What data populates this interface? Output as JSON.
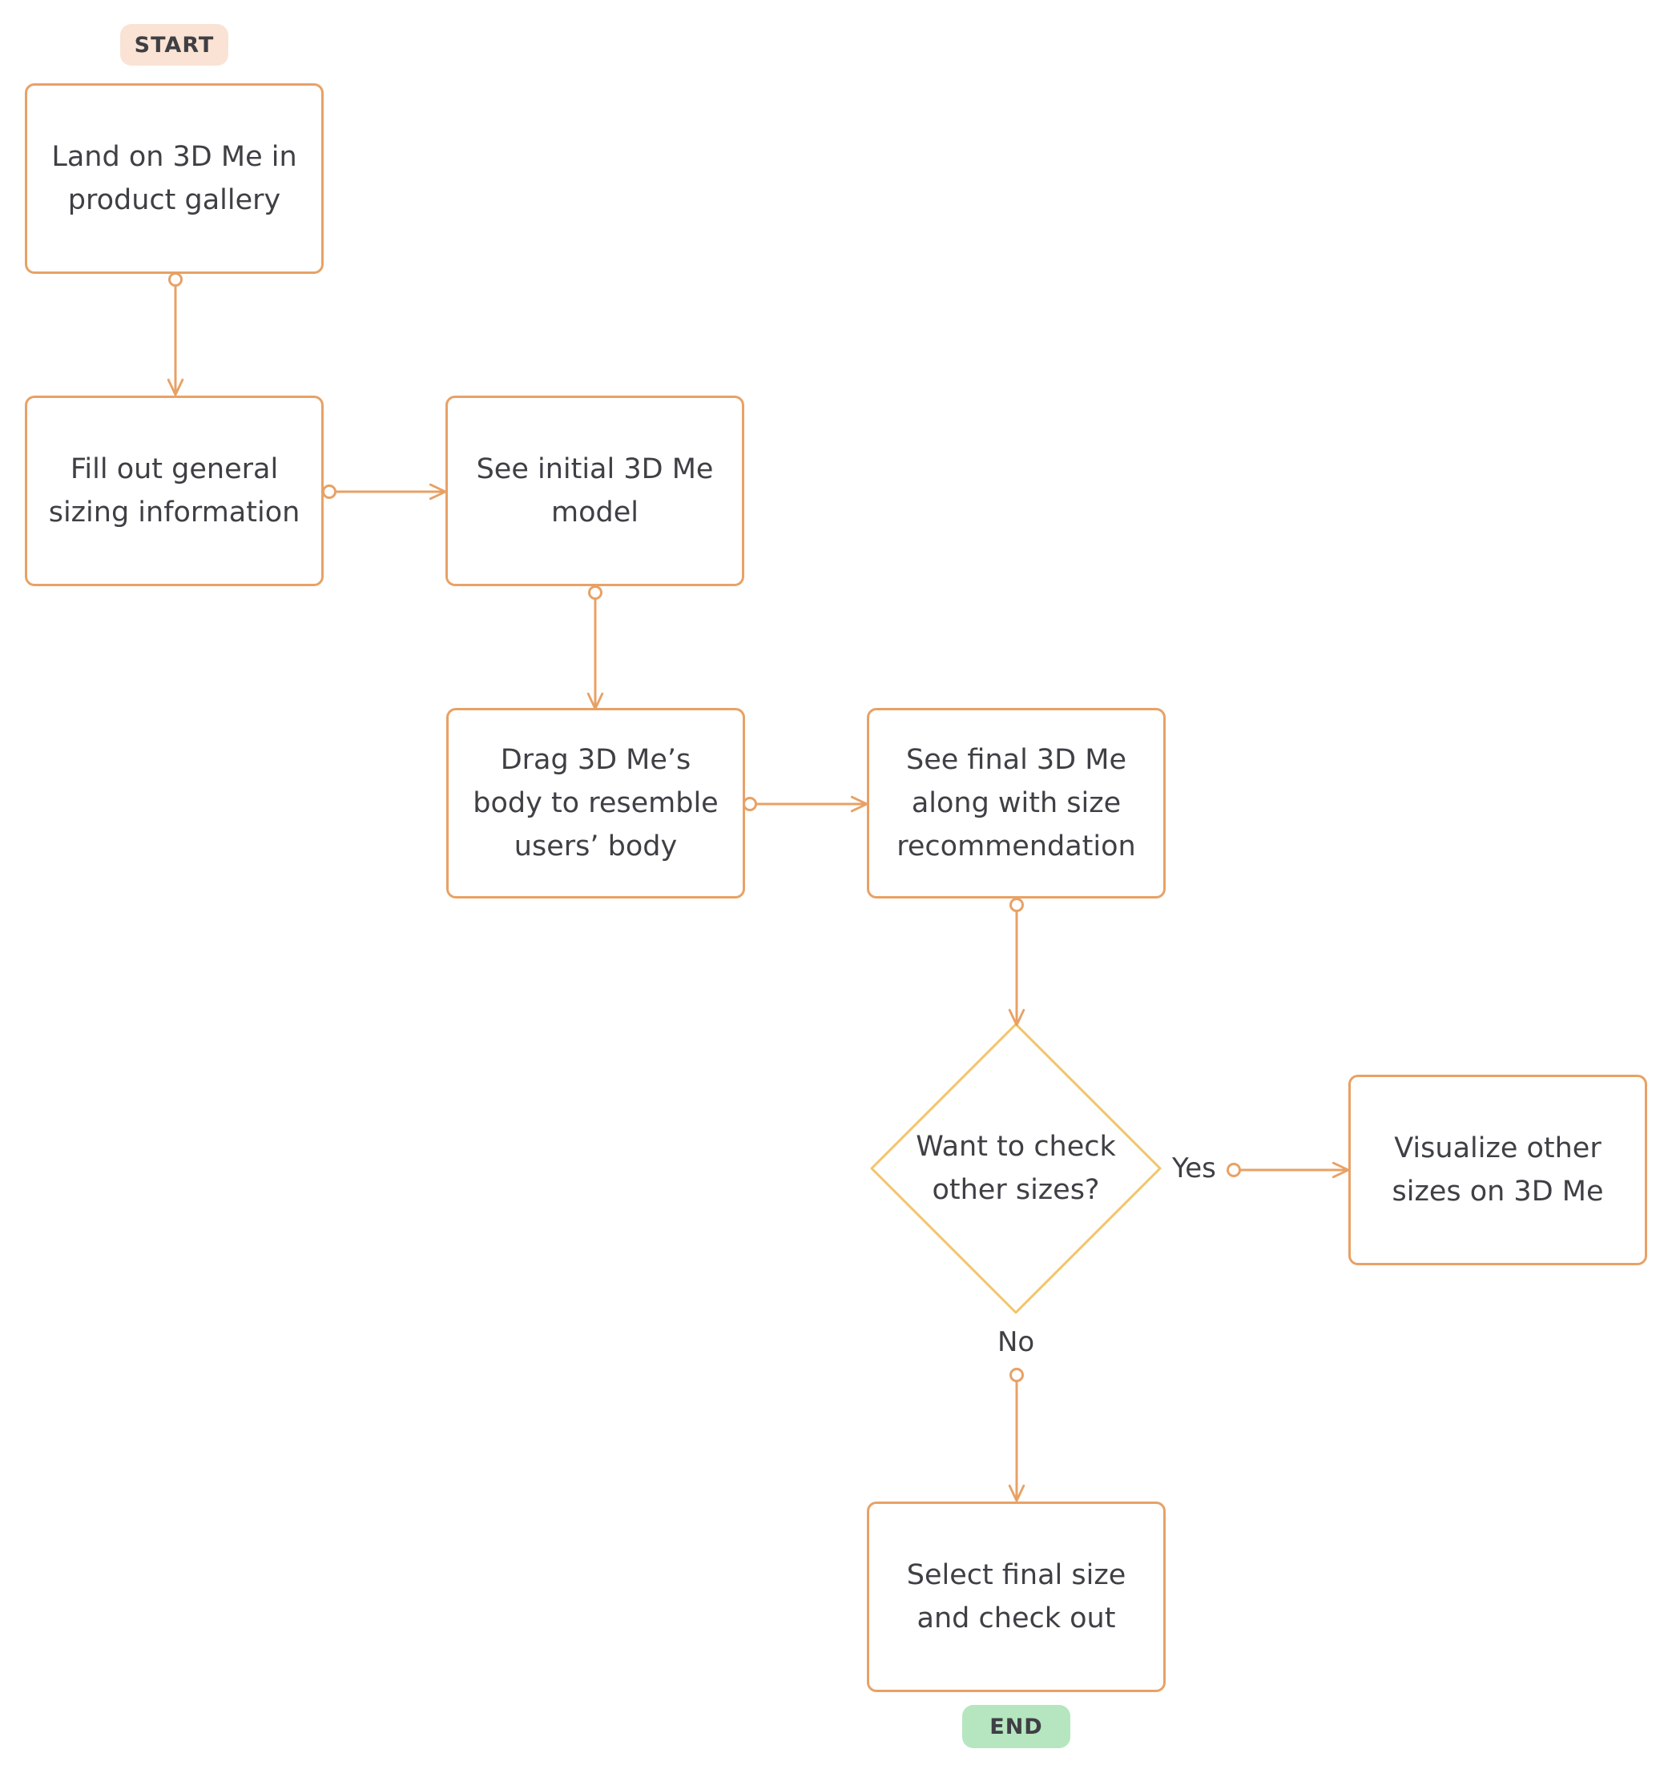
{
  "diagram": {
    "start_label": "START",
    "end_label": "END",
    "steps": {
      "land": "Land on 3D Me in product gallery",
      "fill": "Fill out general sizing information",
      "initial": "See initial 3D Me model",
      "drag": "Drag 3D Me’s body to resemble users’ body",
      "final": "See final 3D Me along with size recommendation",
      "visualize": "Visualize other sizes on 3D Me",
      "select": "Select final size and check out"
    },
    "decision": "Want to check other sizes?",
    "yes_label": "Yes",
    "no_label": "No"
  },
  "colors": {
    "box_stroke": "#e8a165",
    "decision_stroke": "#f2c56a",
    "start_fill": "#fae3d4",
    "end_fill": "#b5e6bf",
    "text": "#3f3f45"
  }
}
